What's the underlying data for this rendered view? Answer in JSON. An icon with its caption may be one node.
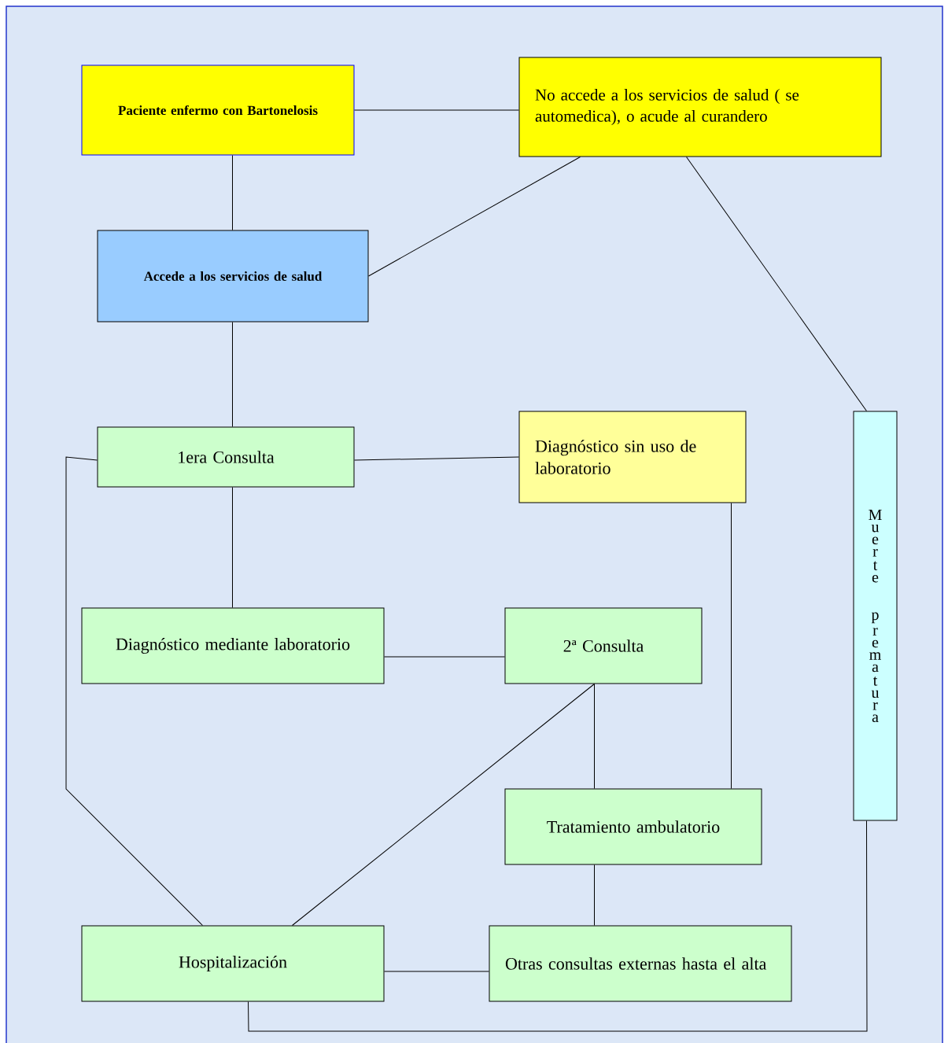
{
  "diagram": {
    "nodes": [
      {
        "text": [
          "Paciente enfermo con Bartonelosis"
        ]
      },
      {
        "text": [
          "No accede a los servicios de salud ( se automedica), o acude al curandero"
        ]
      },
      {
        "text": [
          "Accede a los servicios de salud"
        ]
      },
      {
        "text": [
          "1era Consulta"
        ]
      },
      {
        "text": [
          "Diagnóstico sin uso de laboratorio"
        ]
      },
      {
        "text": [
          "Muerte prematura"
        ]
      },
      {
        "text": [
          "Diagnóstico mediante laboratorio"
        ]
      },
      {
        "text": [
          "2ª Consulta"
        ]
      },
      {
        "text": [
          "Tratamiento ambulatorio"
        ]
      },
      {
        "text": [
          "Hospitalización"
        ]
      },
      {
        "text": [
          "Otras consultas externas hasta el alta"
        ]
      }
    ],
    "edges": [
      {
        "from": 0,
        "to": 1,
        "arrow": "none"
      },
      {
        "from": 0,
        "to": 2,
        "arrow": "none"
      },
      {
        "from": 1,
        "to": 2,
        "arrow": "none"
      },
      {
        "from": 1,
        "to": 5,
        "arrow": "none"
      },
      {
        "from": 2,
        "to": 3,
        "arrow": "none"
      },
      {
        "from": 3,
        "to": 4,
        "arrow": "none"
      },
      {
        "from": 3,
        "to": 6,
        "arrow": "none"
      },
      {
        "from": 3,
        "to": 9,
        "arrow": "none"
      },
      {
        "from": 6,
        "to": 7,
        "arrow": "none"
      },
      {
        "from": 7,
        "to": 9,
        "arrow": "none"
      },
      {
        "from": 7,
        "to": 8,
        "arrow": "none"
      },
      {
        "from": 4,
        "to": 8,
        "arrow": "none"
      },
      {
        "from": 8,
        "to": 10,
        "arrow": "none"
      },
      {
        "from": 9,
        "to": 10,
        "arrow": "none"
      },
      {
        "from": 9,
        "to": 5,
        "arrow": "none"
      }
    ]
  }
}
